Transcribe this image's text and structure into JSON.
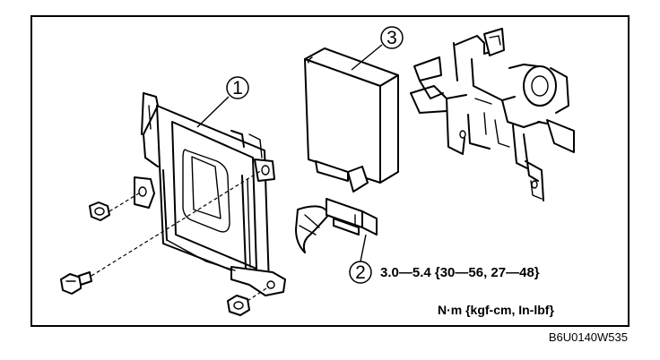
{
  "callouts": [
    {
      "number": "1",
      "target": "bracket"
    },
    {
      "number": "2",
      "target": "connector"
    },
    {
      "number": "3",
      "target": "control-module"
    }
  ],
  "torque_spec": "3.0—5.4 {30—56, 27—48}",
  "torque_units": "N·m {kgf-cm, In-lbf}",
  "figure_code": "B6U0140W535"
}
